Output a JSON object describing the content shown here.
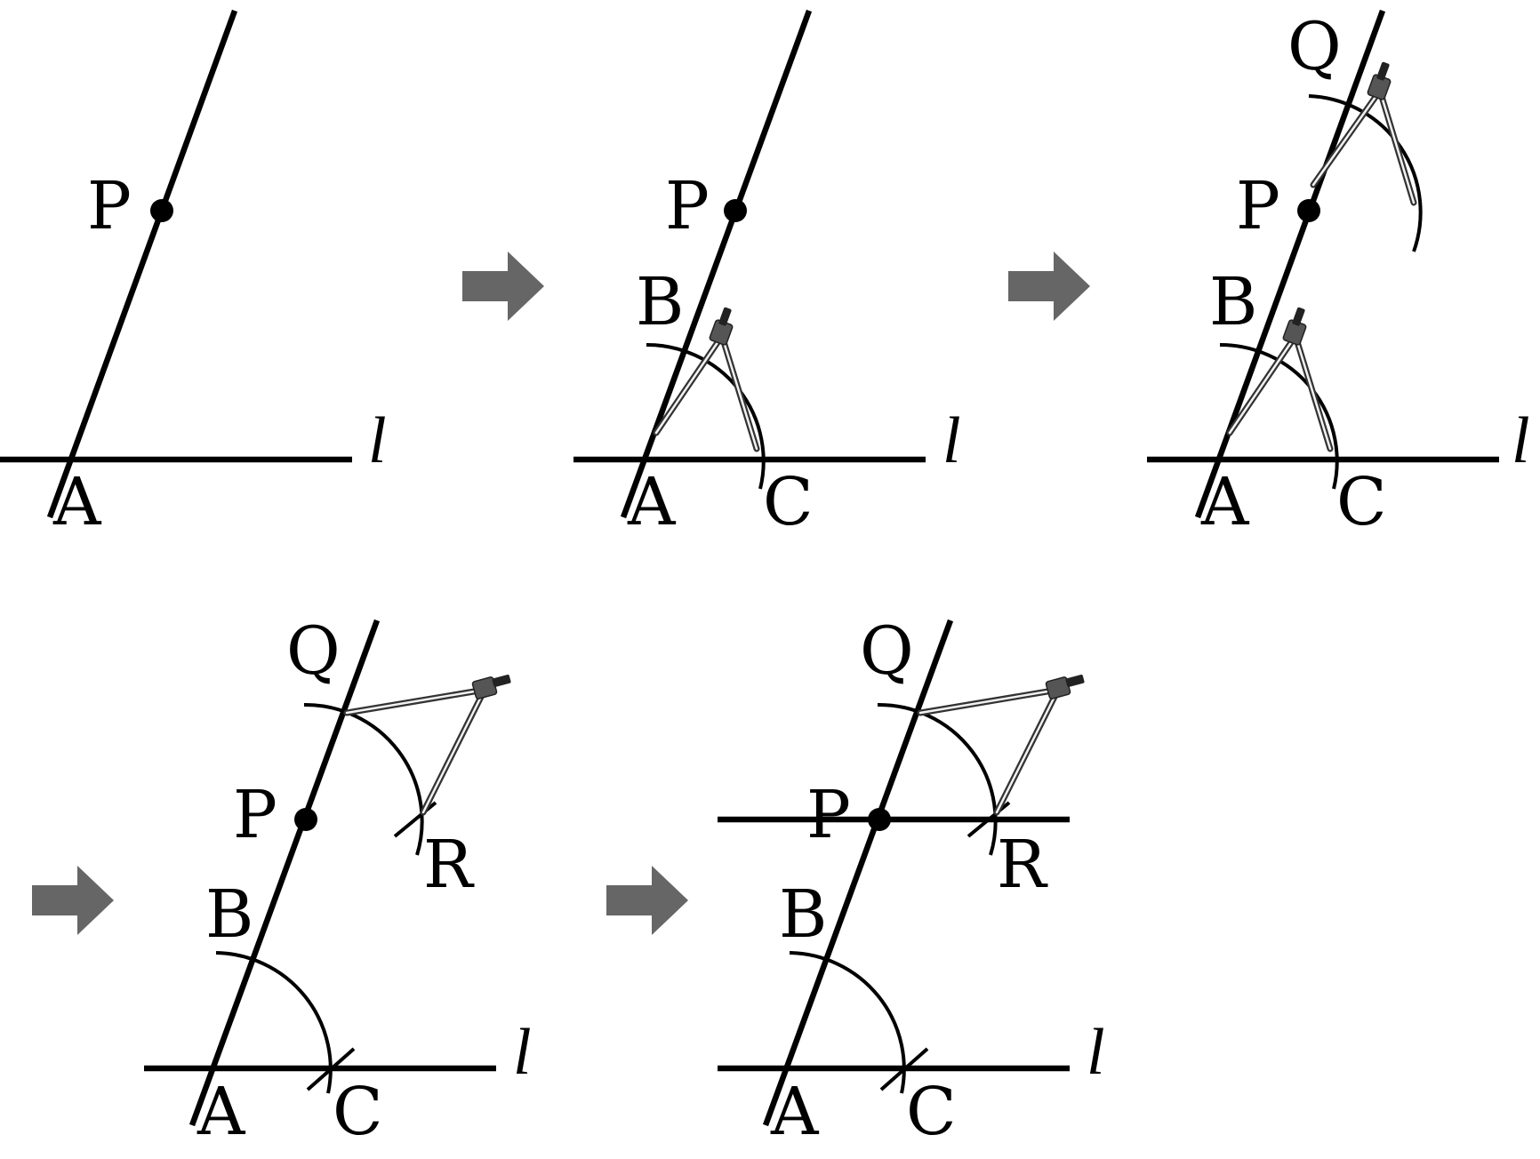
{
  "diagram": {
    "steps": [
      {
        "labels": {
          "P": "P",
          "A": "A",
          "l": "l"
        }
      },
      {
        "labels": {
          "P": "P",
          "B": "B",
          "A": "A",
          "C": "C",
          "l": "l"
        }
      },
      {
        "labels": {
          "Q": "Q",
          "P": "P",
          "B": "B",
          "A": "A",
          "C": "C",
          "l": "l"
        }
      },
      {
        "labels": {
          "Q": "Q",
          "P": "P",
          "B": "B",
          "R": "R",
          "A": "A",
          "C": "C",
          "l": "l"
        }
      },
      {
        "labels": {
          "Q": "Q",
          "P": "P",
          "B": "B",
          "R": "R",
          "A": "A",
          "C": "C",
          "l": "l"
        }
      }
    ],
    "arrow_color": "#666666",
    "line_color": "#000000"
  }
}
